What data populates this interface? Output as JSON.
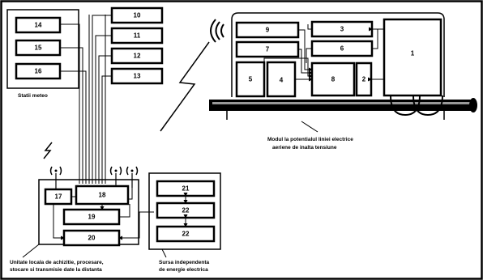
{
  "boxes": {
    "b1": "1",
    "b2": "2",
    "b3": "3",
    "b4": "4",
    "b5": "5",
    "b6": "6",
    "b7": "7",
    "b8": "8",
    "b9": "9",
    "b10": "10",
    "b11": "11",
    "b12": "12",
    "b13": "13",
    "b14": "14",
    "b15": "15",
    "b16": "16",
    "b17": "17",
    "b18": "18",
    "b19": "19",
    "b20": "20",
    "b21": "21",
    "b22a": "22",
    "b22b": "22"
  },
  "captions": {
    "weather_stations": "Statii meteo",
    "module_line1": "Modul la potentialul liniei electrice",
    "module_line2": "aeriene  de inalta tensiune",
    "central_line1": "Unitate locala de achizitie, procesare,",
    "central_line2": "stocare si transmisie date la distanta",
    "energy_line1": "Sursa independenta",
    "energy_line2": "de energie electrica"
  }
}
